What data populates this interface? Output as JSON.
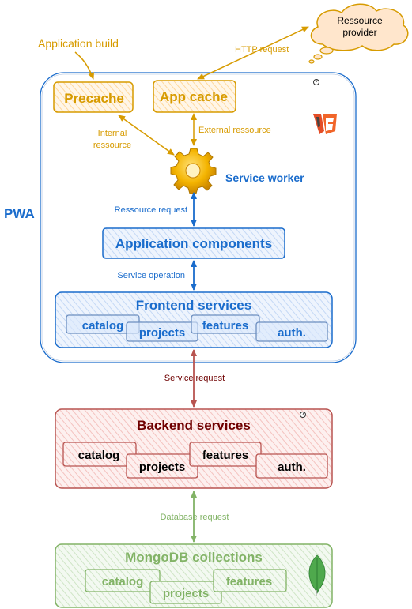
{
  "labels": {
    "application_build": "Application build",
    "http_request": "HTTP request",
    "ressource_provider_line1": "Ressource",
    "ressource_provider_line2": "provider",
    "precache": "Precache",
    "app_cache": "App cache",
    "internal_ressource_line1": "Internal",
    "internal_ressource_line2": "ressource",
    "external_ressource": "External ressource",
    "service_worker": "Service worker",
    "pwa": "PWA",
    "ressource_request": "Ressource request",
    "application_components": "Application components",
    "service_operation": "Service operation",
    "frontend_services": "Frontend services",
    "service_request": "Service request",
    "backend_services": "Backend services",
    "database_request": "Database request",
    "mongodb_collections": "MongoDB collections"
  },
  "frontend_modules": [
    "catalog",
    "projects",
    "features",
    "auth."
  ],
  "backend_modules": [
    "catalog",
    "projects",
    "features",
    "auth."
  ],
  "mongo_modules": [
    "catalog",
    "projects",
    "features"
  ],
  "icons": {
    "gear": "gear-icon",
    "logo": "html5-logo-icon",
    "leaf": "mongodb-leaf-icon",
    "cloud": "cloud-icon"
  },
  "colors": {
    "orange": "#d79b00",
    "orange_fill": "#ffe6cc",
    "blue": "#1a6ccc",
    "blue_fill": "#dae8fc",
    "blue_edge": "#6c8ebf",
    "red": "#b85450",
    "red_fill": "#f8cecc",
    "dark_red": "#6f0000",
    "green": "#82b366",
    "green_fill": "#d5e8d4"
  }
}
